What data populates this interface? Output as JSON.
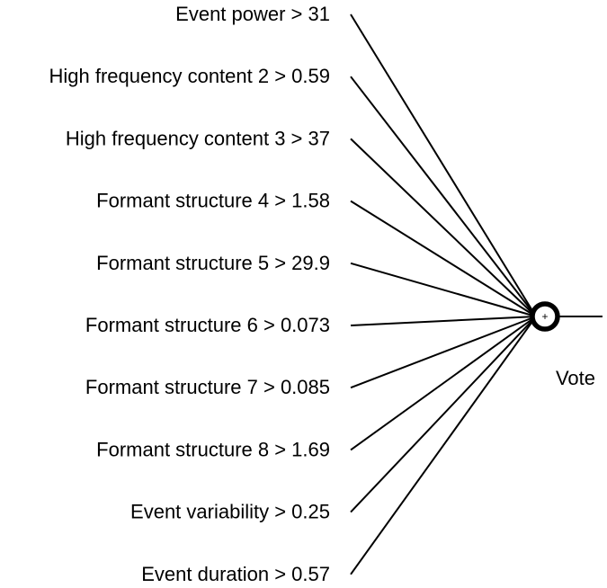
{
  "diagram": {
    "conditions": [
      "Event power > 31",
      "High frequency content 2 > 0.59",
      "High frequency content 3 > 37",
      "Formant structure 4 > 1.58",
      "Formant structure 5 > 29.9",
      "Formant structure 6 > 0.073",
      "Formant structure 7 > 0.085",
      "Formant structure 8 > 1.69",
      "Event variability > 0.25",
      "Event duration > 0.57"
    ],
    "node_symbol": "+",
    "output_label": "Vote"
  }
}
